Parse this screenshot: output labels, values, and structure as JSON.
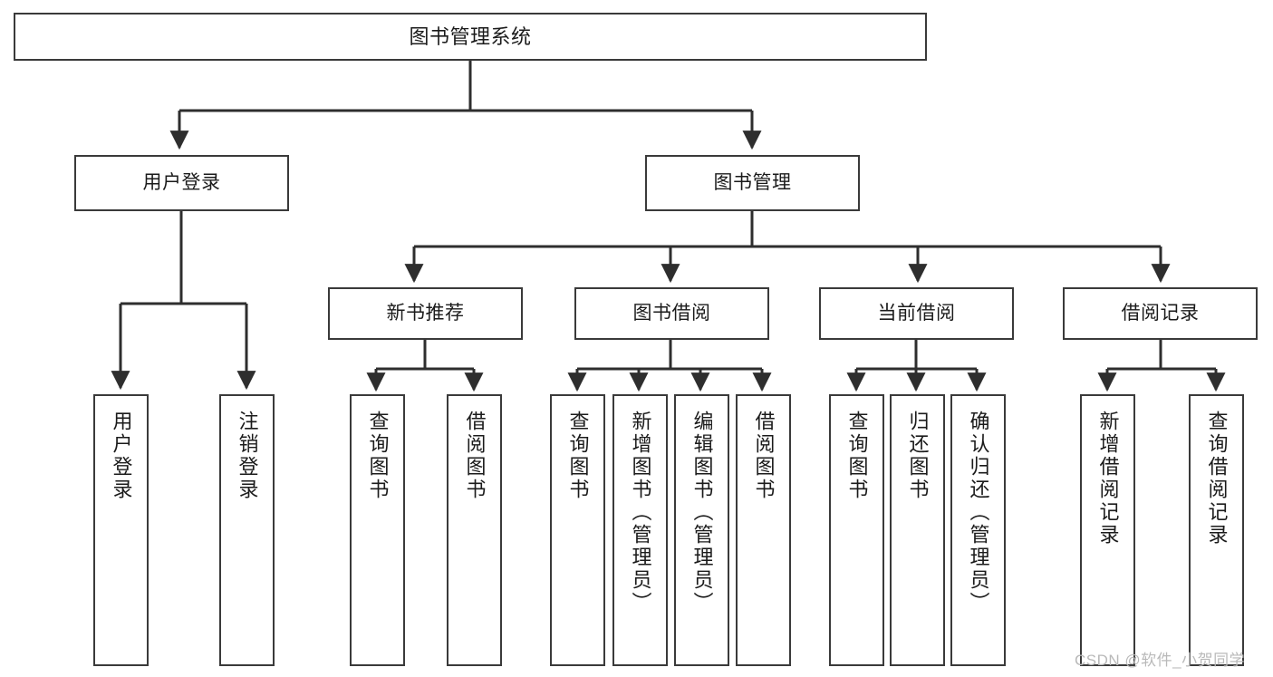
{
  "diagram": {
    "title": "图书管理系统",
    "type": "functional-structure-tree",
    "watermark": "CSDN @软件_小贺同学",
    "colors": {
      "box_border": "#3a3a3a",
      "box_fill": "#ffffff",
      "edge": "#2e2e2e",
      "text": "#1b1b1b",
      "watermark": "#b9b9b9",
      "background": "#ffffff"
    },
    "nodes": {
      "root": {
        "label": "图书管理系统"
      },
      "level1": [
        {
          "id": "user-login",
          "label": "用户登录"
        },
        {
          "id": "book-management",
          "label": "图书管理"
        }
      ],
      "level2": [
        {
          "id": "new-book-recommend",
          "label": "新书推荐"
        },
        {
          "id": "book-borrow",
          "label": "图书借阅"
        },
        {
          "id": "current-borrow",
          "label": "当前借阅"
        },
        {
          "id": "borrow-record",
          "label": "借阅记录"
        }
      ],
      "leaves": {
        "user_login": [
          {
            "id": "leaf-user-login",
            "label": "用户登录"
          },
          {
            "id": "leaf-user-logout",
            "label": "注销登录"
          }
        ],
        "new_book_recommend": [
          {
            "id": "leaf-query-book-1",
            "label": "查询图书"
          },
          {
            "id": "leaf-borrow-book-1",
            "label": "借阅图书"
          }
        ],
        "book_borrow": [
          {
            "id": "leaf-query-book-2",
            "label": "查询图书"
          },
          {
            "id": "leaf-add-book",
            "label": "新增图书（管理员）"
          },
          {
            "id": "leaf-edit-book",
            "label": "编辑图书（管理员）"
          },
          {
            "id": "leaf-borrow-book-2",
            "label": "借阅图书"
          }
        ],
        "current_borrow": [
          {
            "id": "leaf-query-book-3",
            "label": "查询图书"
          },
          {
            "id": "leaf-return-book",
            "label": "归还图书"
          },
          {
            "id": "leaf-confirm-return",
            "label": "确认归还（管理员）"
          }
        ],
        "borrow_record": [
          {
            "id": "leaf-add-record",
            "label": "新增借阅记录"
          },
          {
            "id": "leaf-query-record",
            "label": "查询借阅记录"
          }
        ]
      }
    }
  }
}
